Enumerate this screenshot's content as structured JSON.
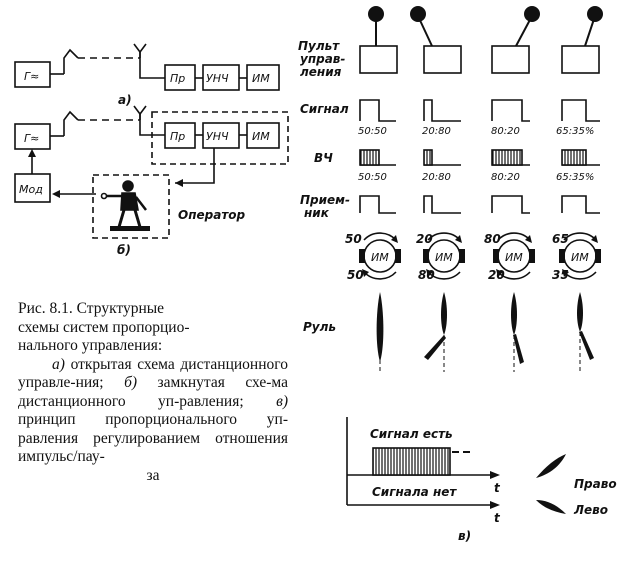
{
  "block_labels": {
    "generator": "Г≈",
    "receiver": "Пр",
    "amplifier": "УНЧ",
    "actuator": "ИМ",
    "modulator": "Мод"
  },
  "scheme_labels": {
    "a": "а)",
    "b": "б)",
    "v": "в)"
  },
  "operator_label": "Оператор",
  "row_labels": {
    "control_panel": [
      "Пульт",
      "управ-",
      "ления"
    ],
    "signal": "Сигнал",
    "hf": "ВЧ",
    "receiver": [
      "Прием-",
      "ник"
    ],
    "rudder": "Руль"
  },
  "ratios": [
    {
      "signal": "50:50",
      "hf": "50:50",
      "left": "50",
      "right": "50"
    },
    {
      "signal": "20:80",
      "hf": "20:80",
      "left": "20",
      "right": "80"
    },
    {
      "signal": "80:20",
      "hf": "80:20",
      "left": "80",
      "right": "20"
    },
    {
      "signal": "65:35%",
      "hf": "65:35%",
      "left": "65",
      "right": "35"
    }
  ],
  "motor_label": "ИМ",
  "timing": {
    "signal_present": "Сигнал есть",
    "signal_absent": "Сигнала нет",
    "t": "t",
    "right": "Право",
    "left": "Лево"
  },
  "caption": {
    "title": "Рис. 8.1.   Структурные",
    "lines": [
      "схемы систем пропорцио-",
      "нального управления:"
    ],
    "a_letter": "а)",
    "a_text": " открытая   схема дистанционного управле-ния;",
    "b_letter": "б)",
    "b_text": " замкнутая  схе-ма  дистанционного  уп-равления;",
    "v_letter": "в)",
    "v_text": " принцип пропорционального  уп-равления регулированием отношения   импульс/пау-",
    "last": "за"
  }
}
